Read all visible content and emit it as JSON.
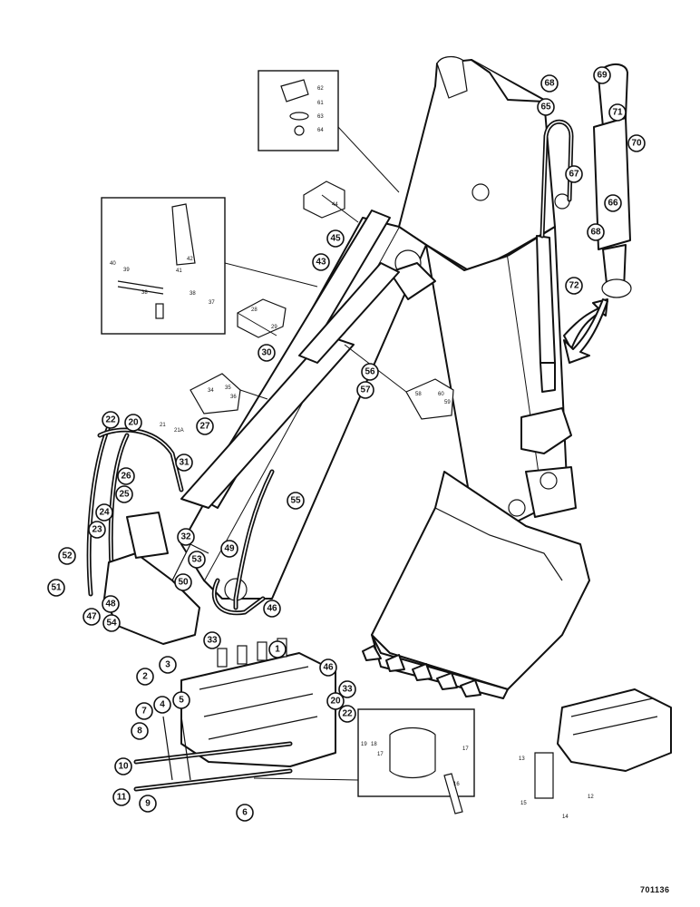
{
  "figure": {
    "reference_number": "701136",
    "callouts": [
      {
        "id": "c1",
        "label": "1"
      },
      {
        "id": "c2",
        "label": "2"
      },
      {
        "id": "c3",
        "label": "3"
      },
      {
        "id": "c4",
        "label": "4"
      },
      {
        "id": "c5",
        "label": "5"
      },
      {
        "id": "c6",
        "label": "6"
      },
      {
        "id": "c7",
        "label": "7"
      },
      {
        "id": "c8",
        "label": "8"
      },
      {
        "id": "c9",
        "label": "9"
      },
      {
        "id": "c10",
        "label": "10"
      },
      {
        "id": "c11",
        "label": "11"
      },
      {
        "id": "c20a",
        "label": "20"
      },
      {
        "id": "c20b",
        "label": "20"
      },
      {
        "id": "c22a",
        "label": "22"
      },
      {
        "id": "c22b",
        "label": "22"
      },
      {
        "id": "c23",
        "label": "23"
      },
      {
        "id": "c24",
        "label": "24"
      },
      {
        "id": "c25",
        "label": "25"
      },
      {
        "id": "c26",
        "label": "26"
      },
      {
        "id": "c27",
        "label": "27"
      },
      {
        "id": "c30",
        "label": "30"
      },
      {
        "id": "c31",
        "label": "31"
      },
      {
        "id": "c32",
        "label": "32"
      },
      {
        "id": "c33a",
        "label": "33"
      },
      {
        "id": "c33b",
        "label": "33"
      },
      {
        "id": "c43",
        "label": "43"
      },
      {
        "id": "c45",
        "label": "45"
      },
      {
        "id": "c46a",
        "label": "46"
      },
      {
        "id": "c46b",
        "label": "46"
      },
      {
        "id": "c47",
        "label": "47"
      },
      {
        "id": "c48",
        "label": "48"
      },
      {
        "id": "c49",
        "label": "49"
      },
      {
        "id": "c50",
        "label": "50"
      },
      {
        "id": "c51",
        "label": "51"
      },
      {
        "id": "c52",
        "label": "52"
      },
      {
        "id": "c53",
        "label": "53"
      },
      {
        "id": "c54",
        "label": "54"
      },
      {
        "id": "c55",
        "label": "55"
      },
      {
        "id": "c56",
        "label": "56"
      },
      {
        "id": "c57",
        "label": "57"
      },
      {
        "id": "c65",
        "label": "65"
      },
      {
        "id": "c66",
        "label": "66"
      },
      {
        "id": "c67",
        "label": "67"
      },
      {
        "id": "c68a",
        "label": "68"
      },
      {
        "id": "c68b",
        "label": "68"
      },
      {
        "id": "c69",
        "label": "69"
      },
      {
        "id": "c70",
        "label": "70"
      },
      {
        "id": "c71",
        "label": "71"
      },
      {
        "id": "c72",
        "label": "72"
      }
    ],
    "small_labels": [
      {
        "id": "s62",
        "label": "62"
      },
      {
        "id": "s61",
        "label": "61"
      },
      {
        "id": "s63",
        "label": "63"
      },
      {
        "id": "s64",
        "label": "64"
      },
      {
        "id": "s44",
        "label": "44"
      },
      {
        "id": "s40",
        "label": "40"
      },
      {
        "id": "s39",
        "label": "39"
      },
      {
        "id": "s42",
        "label": "42"
      },
      {
        "id": "s41",
        "label": "41"
      },
      {
        "id": "s38a",
        "label": "38"
      },
      {
        "id": "s38b",
        "label": "38"
      },
      {
        "id": "s37",
        "label": "37"
      },
      {
        "id": "s28",
        "label": "28"
      },
      {
        "id": "s29",
        "label": "29"
      },
      {
        "id": "s34",
        "label": "34"
      },
      {
        "id": "s35",
        "label": "35"
      },
      {
        "id": "s36",
        "label": "36"
      },
      {
        "id": "s58",
        "label": "58"
      },
      {
        "id": "s60",
        "label": "60"
      },
      {
        "id": "s59",
        "label": "59"
      },
      {
        "id": "s21",
        "label": "21"
      },
      {
        "id": "s21a",
        "label": "21A"
      },
      {
        "id": "s19",
        "label": "19"
      },
      {
        "id": "s18",
        "label": "18"
      },
      {
        "id": "s17a",
        "label": "17"
      },
      {
        "id": "s17b",
        "label": "17"
      },
      {
        "id": "s16",
        "label": "16"
      },
      {
        "id": "s13",
        "label": "13"
      },
      {
        "id": "s12",
        "label": "12"
      },
      {
        "id": "s14",
        "label": "14"
      },
      {
        "id": "s15",
        "label": "15"
      }
    ]
  }
}
